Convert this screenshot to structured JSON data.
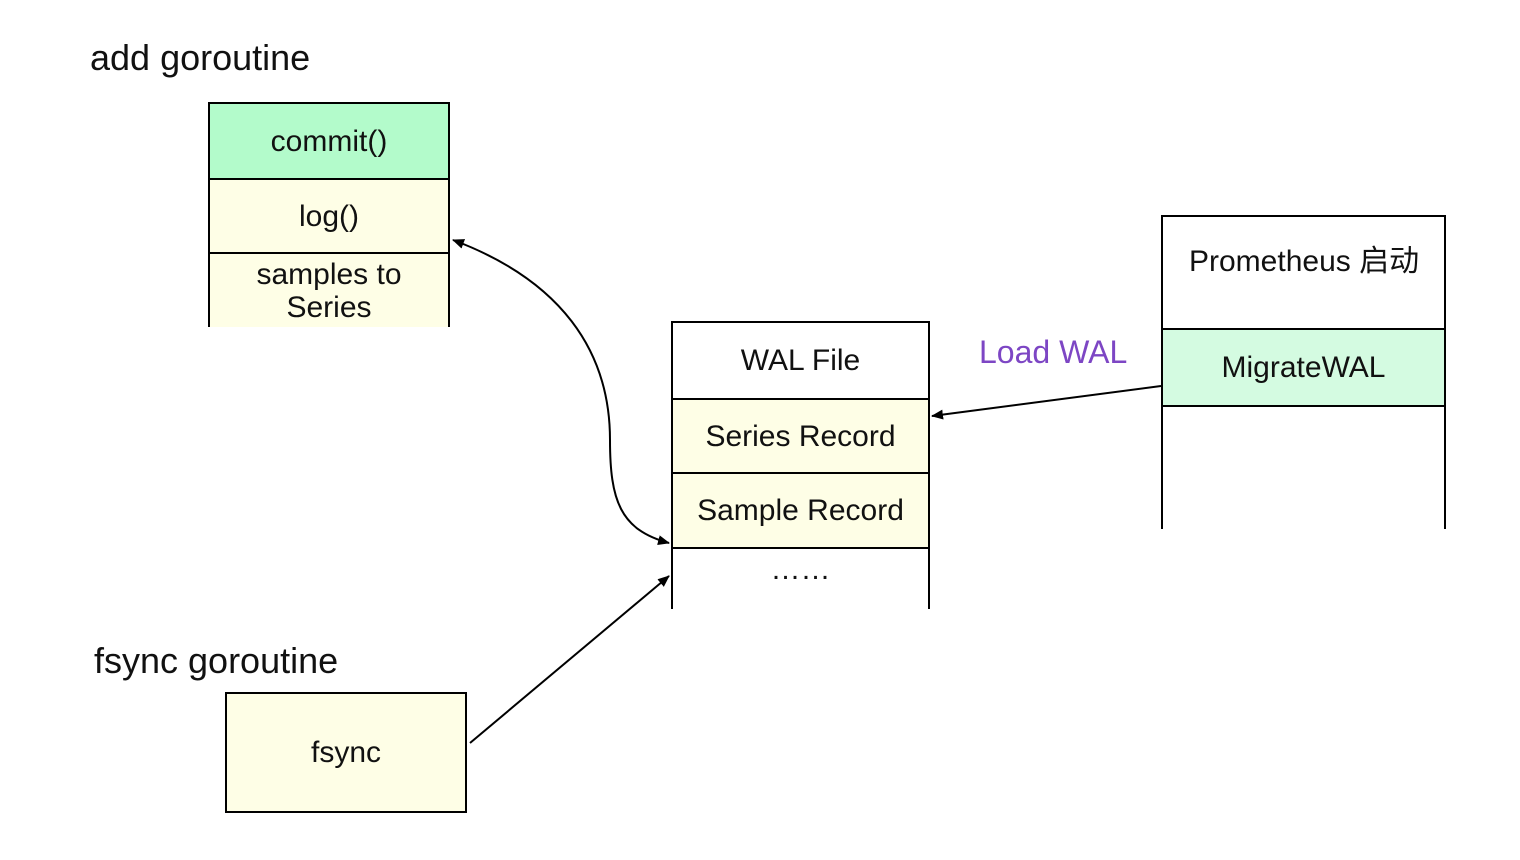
{
  "colors": {
    "green_fill": "#b3fbcb",
    "light_green_fill": "#d4fbe1",
    "cream_fill": "#fefee6",
    "white_fill": "#ffffff",
    "label_purple": "#7d46c4",
    "stroke": "#000000"
  },
  "add_goroutine": {
    "title": "add goroutine",
    "cells": [
      {
        "label": "commit()",
        "fill": "#b3fbcb"
      },
      {
        "label": "log()",
        "fill": "#fefee6"
      },
      {
        "label": "samples to Series",
        "fill": "#fefee6"
      }
    ]
  },
  "fsync_goroutine": {
    "title": "fsync goroutine",
    "cells": [
      {
        "label": "fsync",
        "fill": "#fefee6"
      }
    ]
  },
  "wal_file": {
    "cells": [
      {
        "label": "WAL File",
        "fill": "#ffffff"
      },
      {
        "label": "Series Record",
        "fill": "#fefee6"
      },
      {
        "label": "Sample Record",
        "fill": "#fefee6"
      },
      {
        "label": "……",
        "fill": "#ffffff"
      }
    ]
  },
  "prometheus": {
    "cells": [
      {
        "label": "Prometheus 启动",
        "fill": "#ffffff"
      },
      {
        "label": "MigrateWAL",
        "fill": "#d4fbe1"
      },
      {
        "label": "",
        "fill": "#ffffff"
      }
    ]
  },
  "edges": {
    "load_wal_label": "Load WAL"
  }
}
